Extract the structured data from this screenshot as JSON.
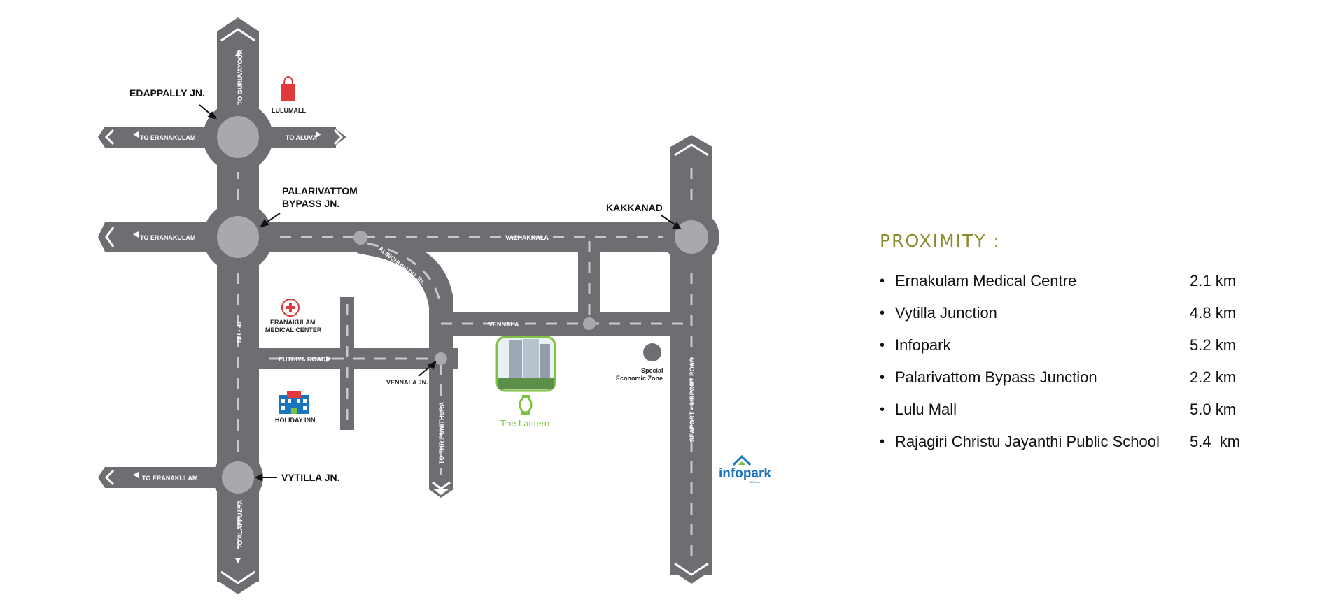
{
  "map": {
    "junctions": {
      "edappally": "EDAPPALLY JN.",
      "palarivattom_line1": "PALARIVATTOM",
      "palarivattom_line2": "BYPASS JN.",
      "kakkanad": "KAKKANAD",
      "vytilla": "VYTILLA JN.",
      "vennala_jn": "VENNALA JN."
    },
    "roads": {
      "to_guruvayoor": "TO GURUVAYOOR",
      "to_eranakulam": "TO ERANAKULAM",
      "to_aluva": "TO ALUVA",
      "vazhakkala": "VAZHAKKALA",
      "alinchuvadu": "ALINCHUVADU JN.",
      "vennala": "VENNALA",
      "nh47": "NH - 47",
      "puthiya_road": "PUTHIYA ROAD",
      "to_thripunithura": "TO THRIPUNITHURA",
      "seaport_airport": "SEAPORT - AIRPORT ROAD",
      "to_alappuzha": "TO ALAPPUZHA"
    },
    "landmarks": {
      "lulumall": "LULUMALL",
      "medical_line1": "ERANAKULAM",
      "medical_line2": "MEDICAL CENTER",
      "holiday_inn": "HOLIDAY INN",
      "sez_line1": "Special",
      "sez_line2": "Economic Zone",
      "lantern": "The Lantern",
      "infopark": "infopark",
      "infopark_sub": "KERALA"
    },
    "icons": [
      "shopping-bag-icon",
      "medical-cross-icon",
      "hotel-icon",
      "lantern-icon",
      "building-icon",
      "infopark-logo"
    ],
    "colors": {
      "road": "#6d6e71",
      "circle": "#a7a9ac",
      "dash": "#c7c8ca",
      "accent_olive": "#8b8a2c",
      "lantern_green": "#7dc242",
      "medical_red": "#e03a3e",
      "infopark_blue": "#1b75bc"
    }
  },
  "proximity": {
    "title": "PROXIMITY :",
    "items": [
      {
        "name": "Ernakulam Medical Centre",
        "distance": "2.1 km"
      },
      {
        "name": "Vytilla Junction",
        "distance": "4.8 km"
      },
      {
        "name": "Infopark",
        "distance": "5.2 km"
      },
      {
        "name": "Palarivattom Bypass Junction",
        "distance": "2.2 km"
      },
      {
        "name": "Lulu Mall",
        "distance": "5.0 km"
      },
      {
        "name": "Rajagiri Christu Jayanthi Public School",
        "distance": "5.4  km"
      }
    ]
  }
}
